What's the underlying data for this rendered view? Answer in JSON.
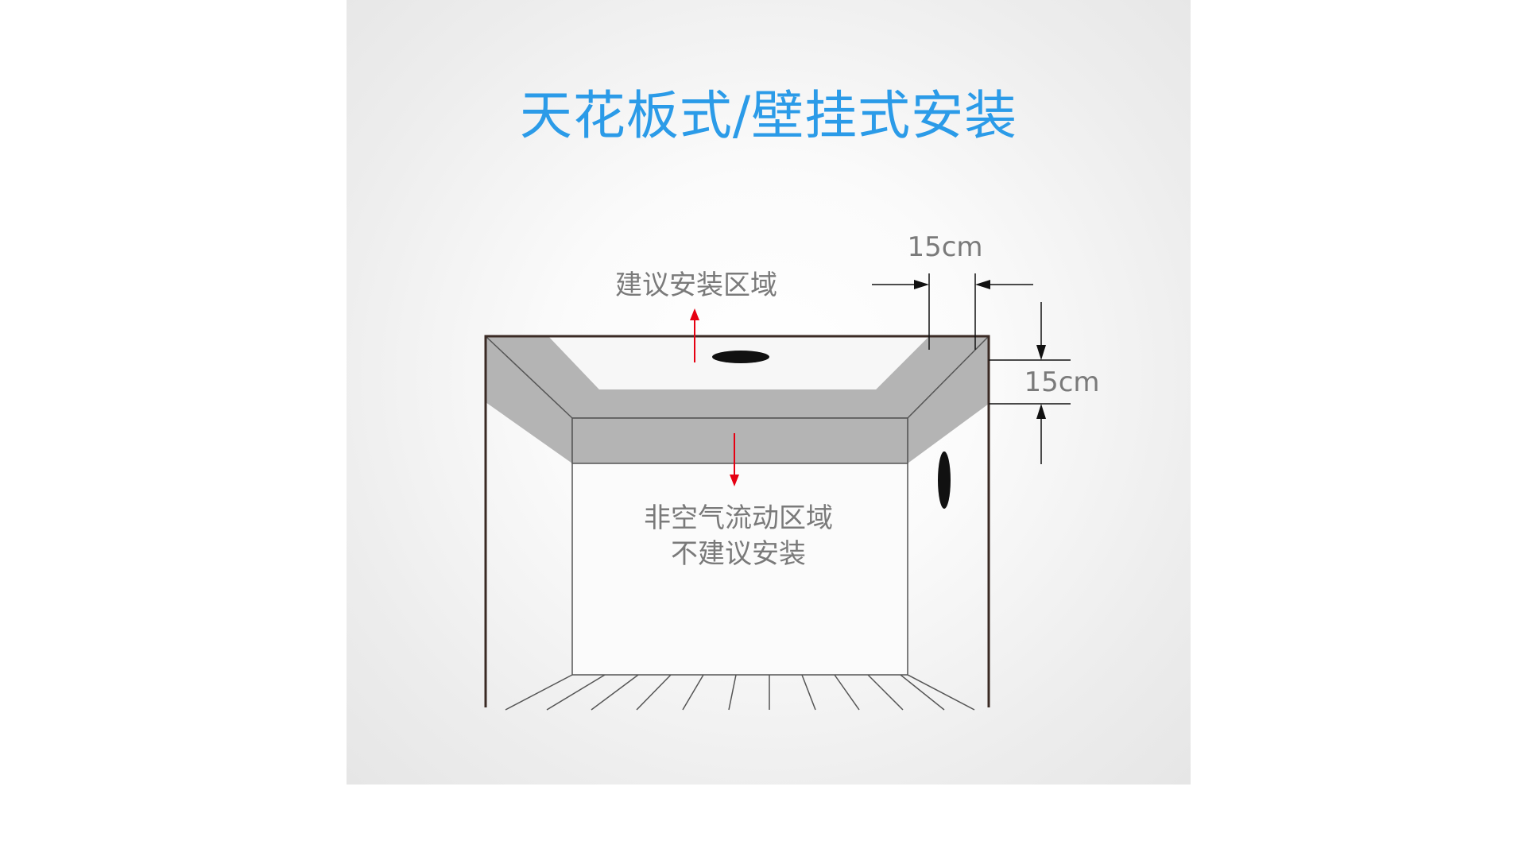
{
  "title": "天花板式/壁挂式安装",
  "labels": {
    "recommended_zone": "建议安装区域",
    "dim_horizontal": "15cm",
    "dim_vertical": "15cm",
    "no_airflow_line1": "非空气流动区域",
    "no_airflow_line2": "不建议安装"
  },
  "colors": {
    "title": "#2b9be8",
    "zone_gray": "#b4b4b4",
    "arrow_red": "#e60012",
    "outline": "#3a2a24",
    "label_gray": "#7a7a7a"
  }
}
